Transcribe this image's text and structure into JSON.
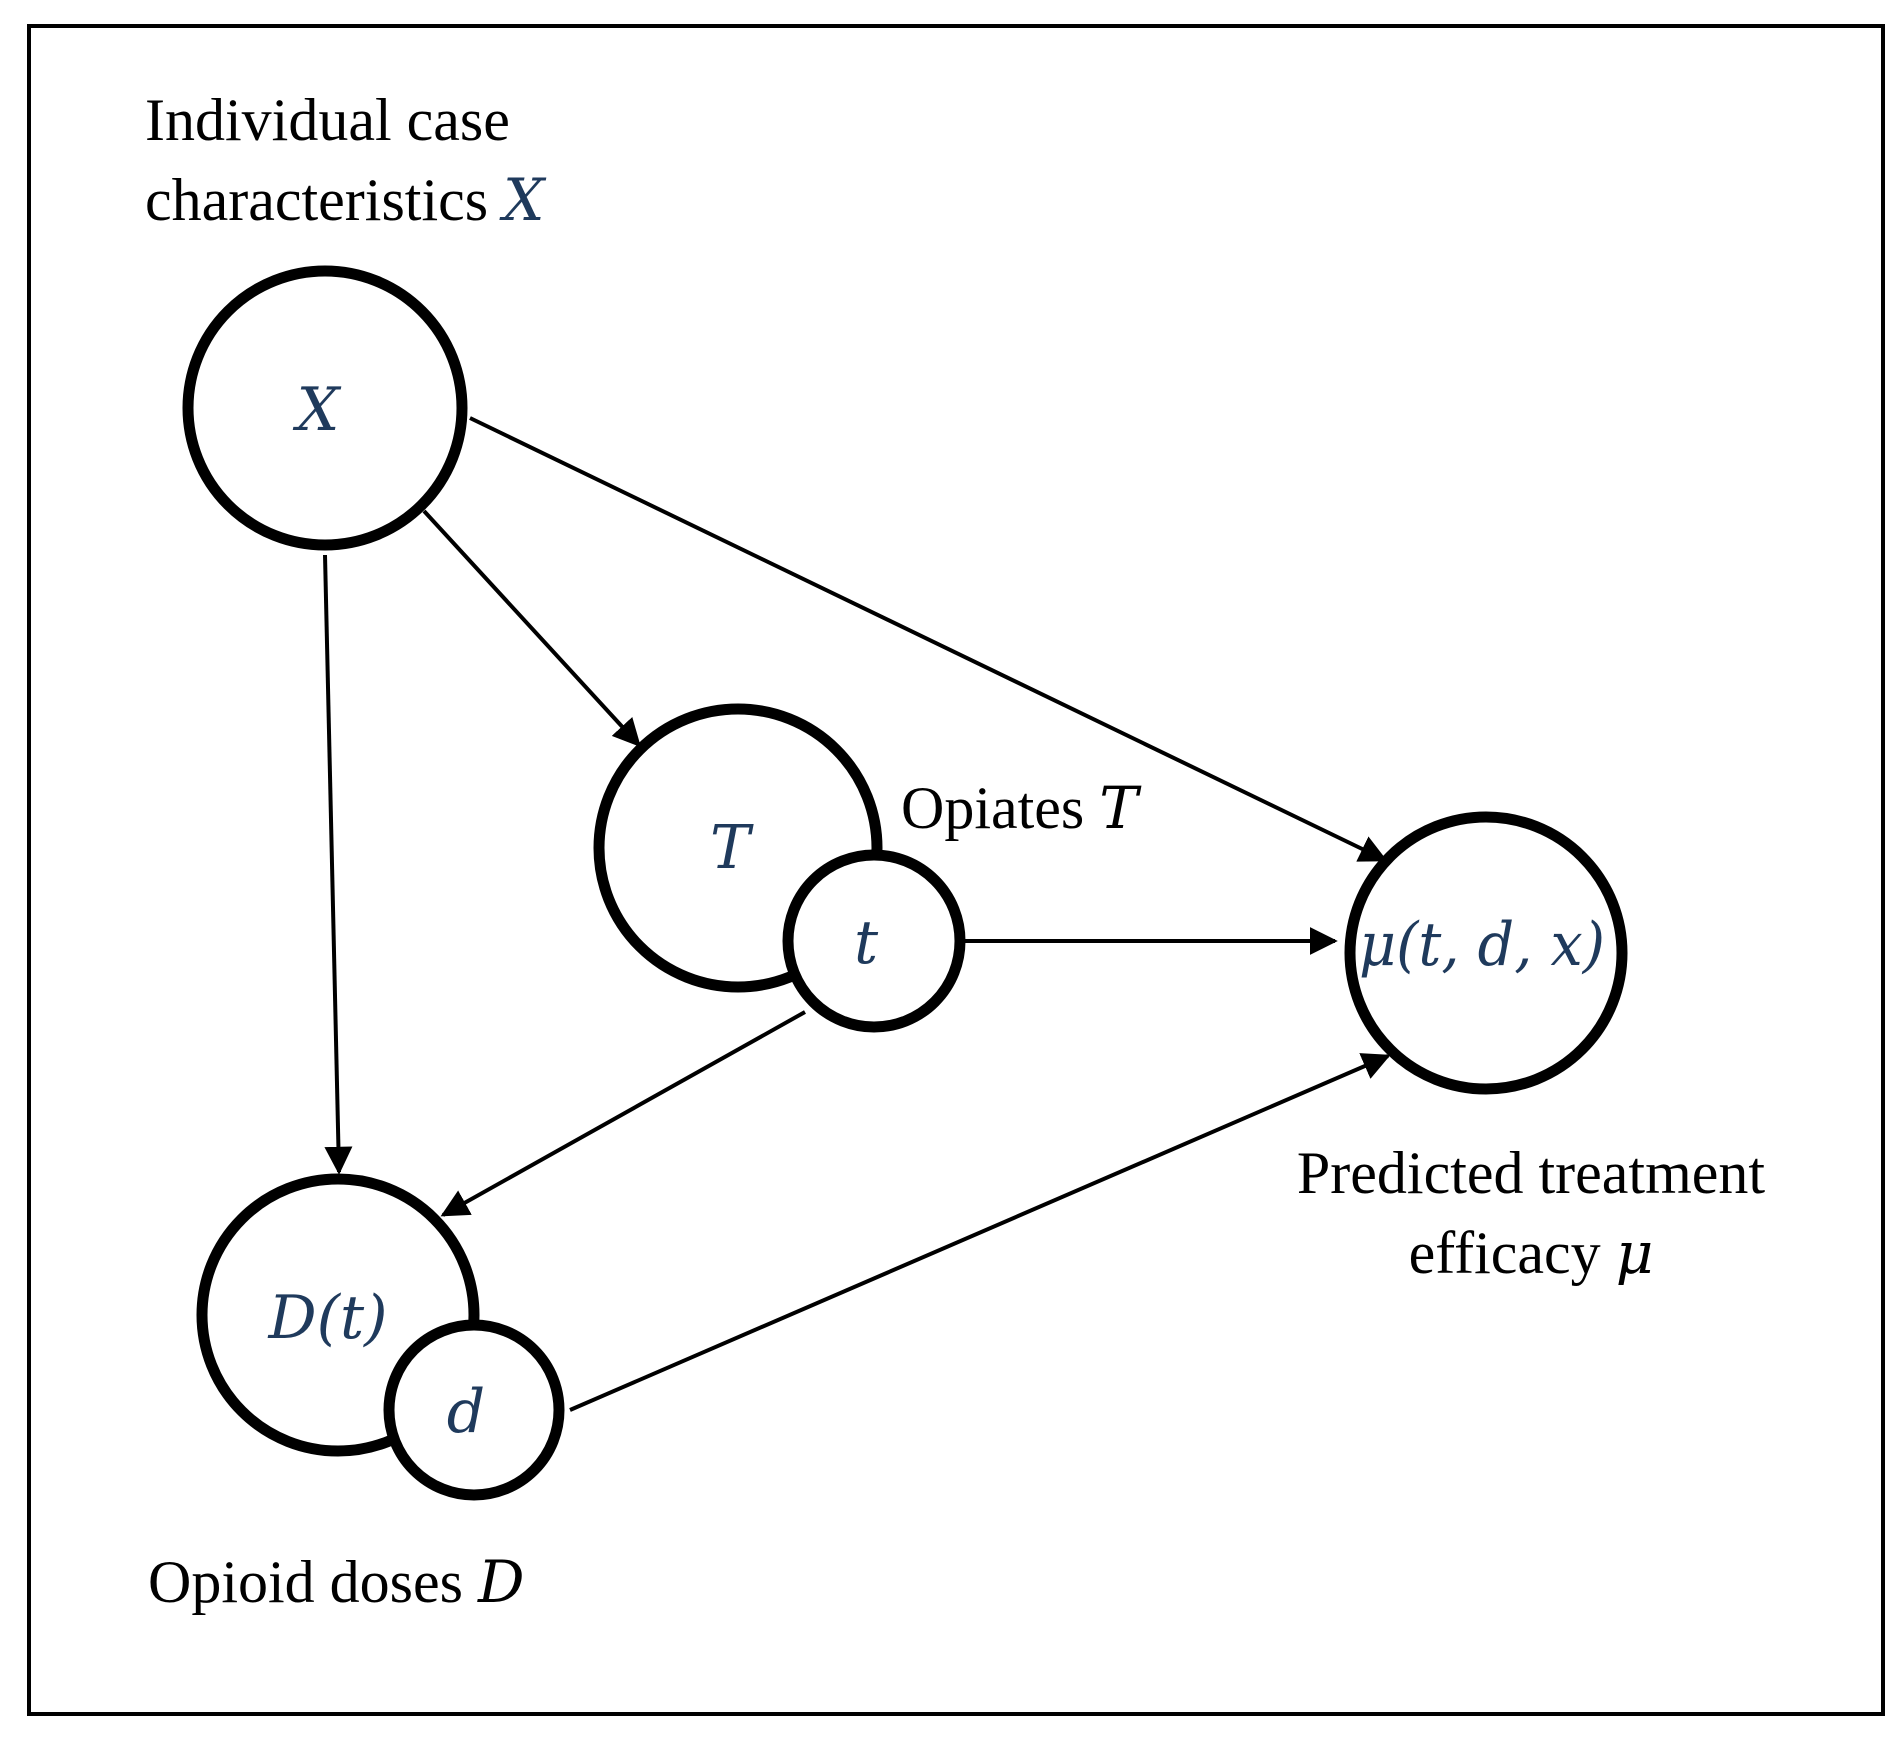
{
  "colors": {
    "math": "#1f3a5c",
    "stroke": "#000000",
    "background": "#ffffff"
  },
  "captions": {
    "x_line1": "Individual case",
    "x_line2_text": "characteristics ",
    "x_line2_symbol": "X",
    "opiates_text": "Opiates ",
    "opiates_symbol": "T",
    "mu_line1": "Predicted treatment",
    "mu_line2_text": "efficacy ",
    "mu_line2_symbol": "μ",
    "doses_text": "Opioid doses ",
    "doses_symbol": "D"
  },
  "nodes": {
    "x": "X",
    "T": "T",
    "t": "t",
    "Dt": "D(t)",
    "d": "d",
    "mu": "μ(t, d, x)"
  },
  "edges": [
    {
      "from": "X",
      "to": "T"
    },
    {
      "from": "X",
      "to": "μ(t, d, x)"
    },
    {
      "from": "X",
      "to": "D(t)"
    },
    {
      "from": "t",
      "to": "μ(t, d, x)"
    },
    {
      "from": "t",
      "to": "D(t)"
    },
    {
      "from": "d",
      "to": "μ(t, d, x)"
    }
  ]
}
